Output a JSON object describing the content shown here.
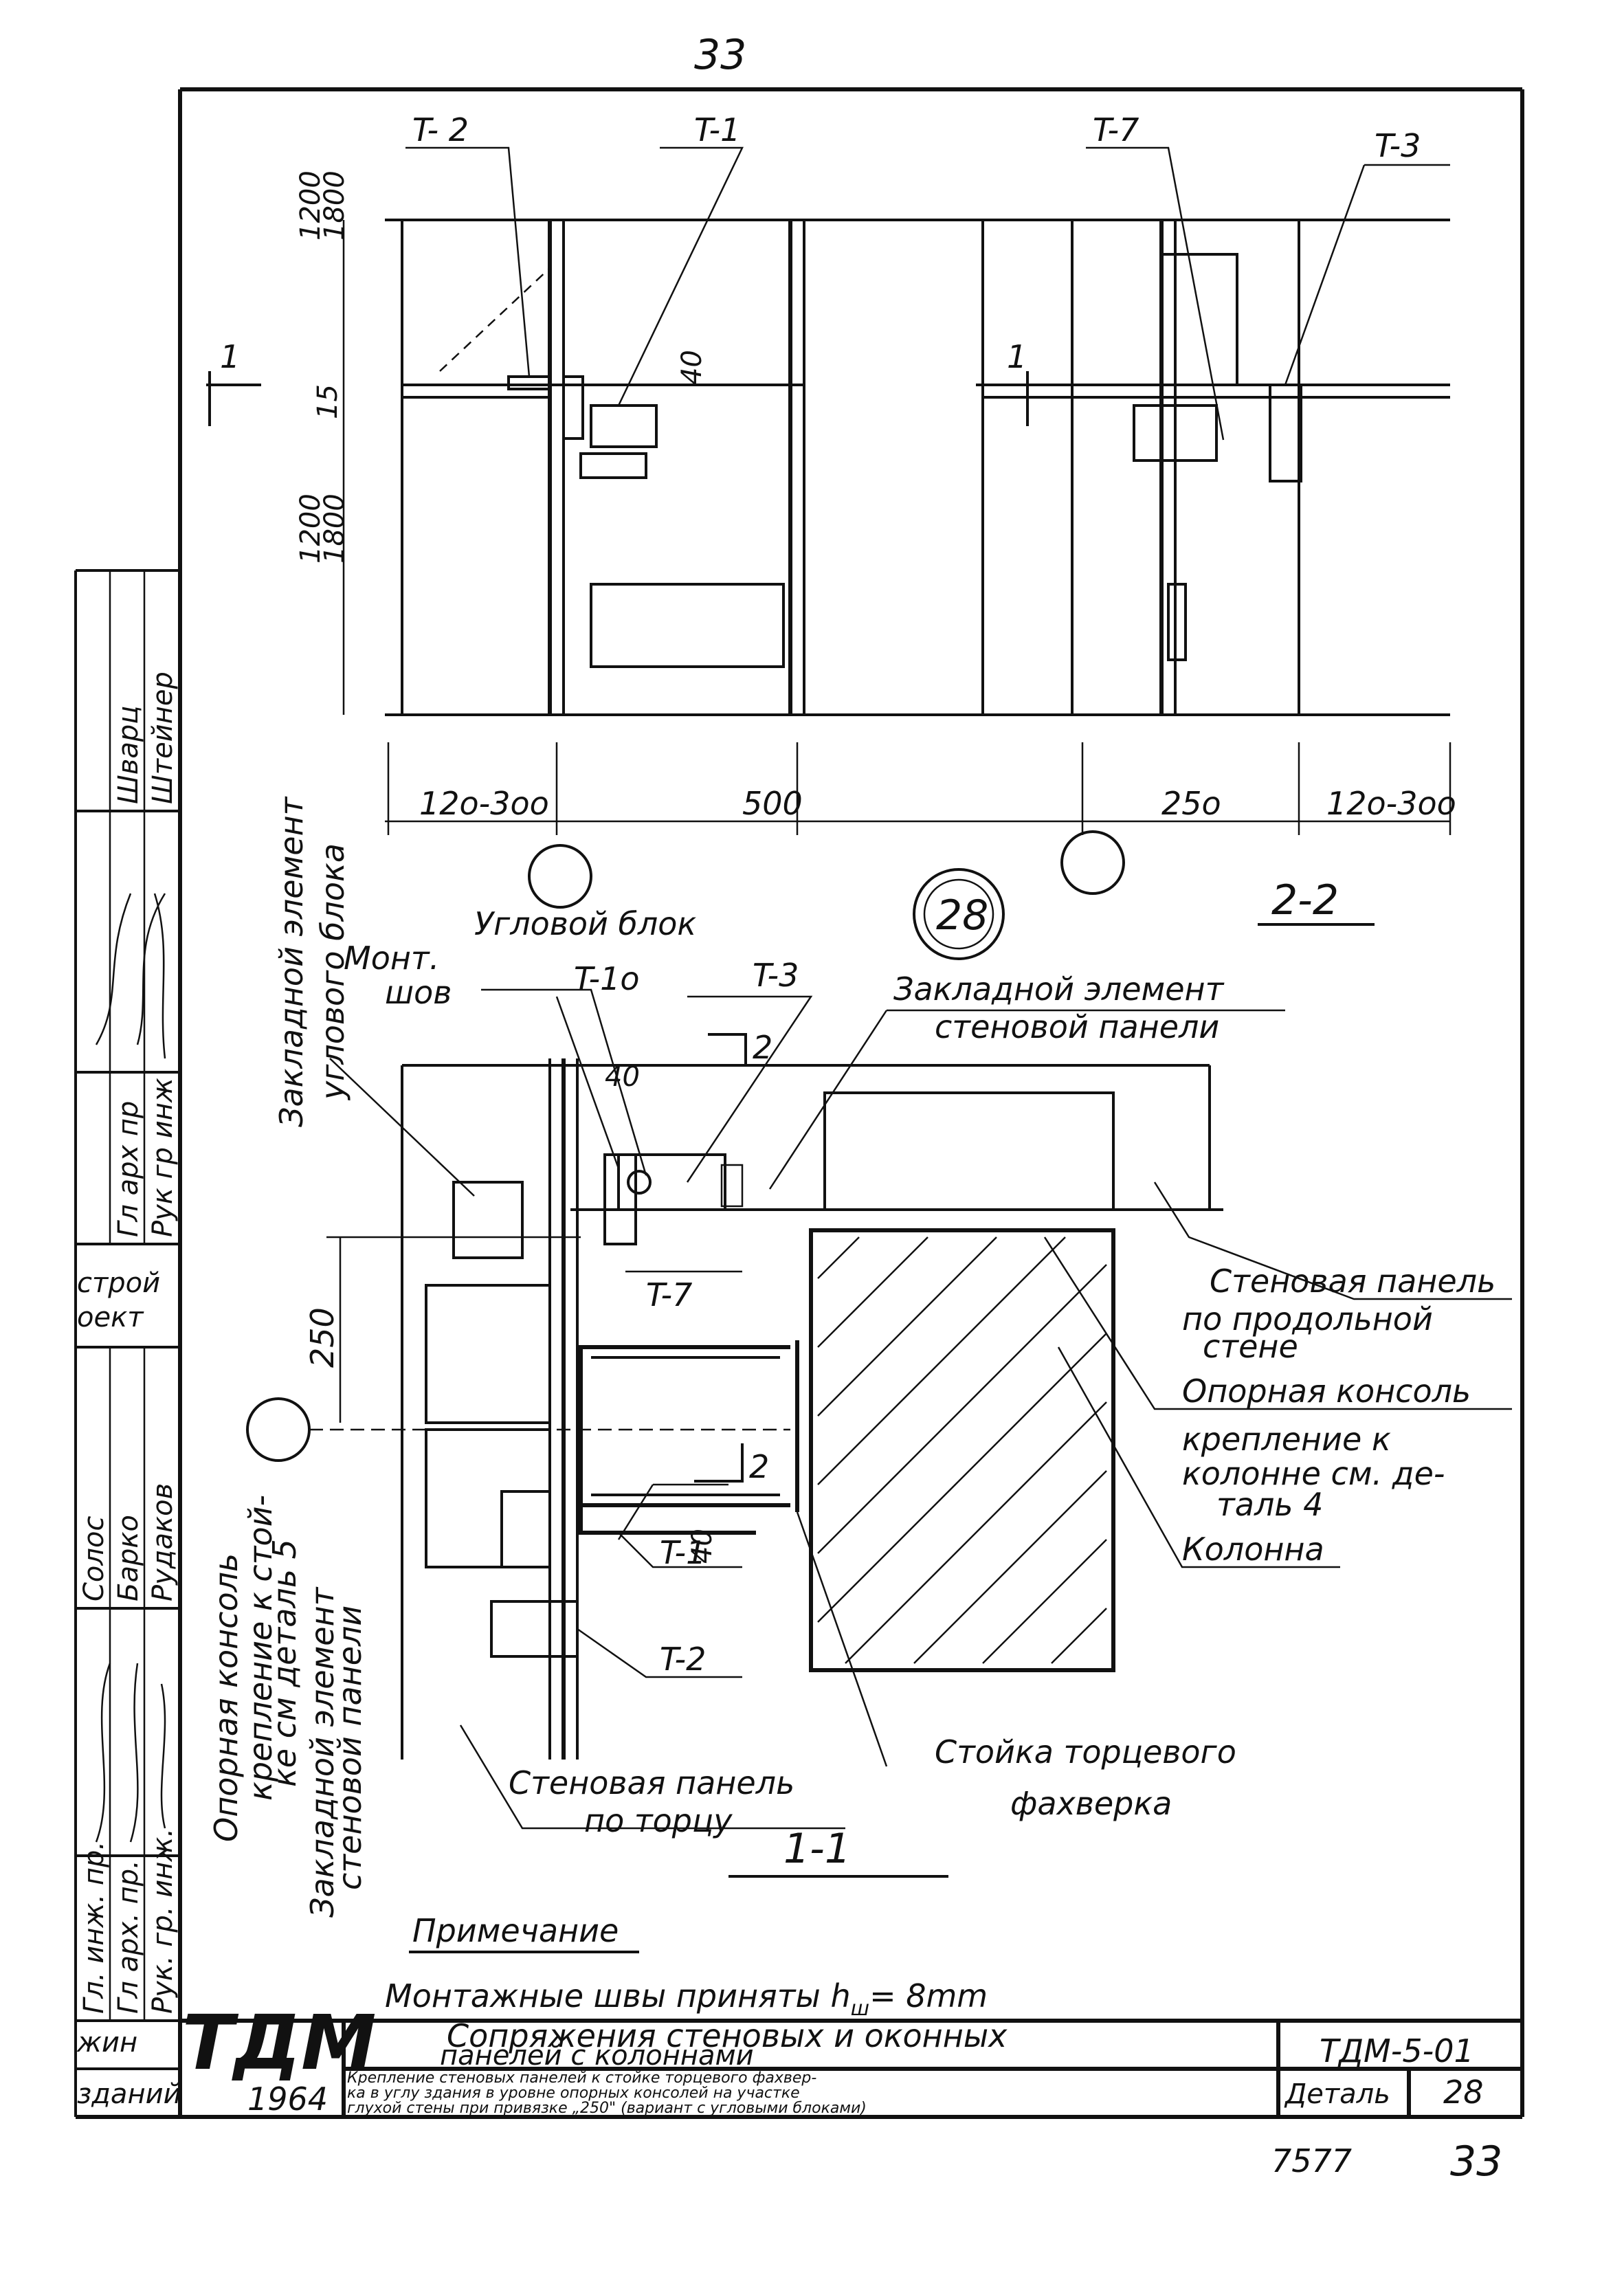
{
  "page_number_top": "33",
  "section_2_2": {
    "labels": {
      "t2": "T- 2",
      "t1": "T-1",
      "t7": "T-7",
      "t3": "T-3"
    },
    "dims_left_vertical": [
      "1200",
      "1800",
      "15",
      "1200",
      "1800"
    ],
    "dim_40": "40",
    "dims_bottom": [
      "12o-3oo",
      "500",
      "25o",
      "12o-3oo"
    ],
    "cut_mark": "1",
    "title": "2-2"
  },
  "detail_circle": "28",
  "section_1_1": {
    "corner_block": "Угловой блок",
    "embedded_corner": [
      "Закладной элемент",
      "углового блока"
    ],
    "mount_seam": [
      "Монт.",
      "шов"
    ],
    "t10": "T-1o",
    "t3": "T-3",
    "t7": "T-7",
    "t1": "T-1",
    "t2": "T-2",
    "cut_mark": "2",
    "dim_40a": "40",
    "dim_40b": "40",
    "dim_250": "250",
    "embedded_panel": [
      "Закладной элемент",
      "стеновой панели"
    ],
    "wall_panel_long": [
      "Стеновая панель",
      "по продольной",
      "стене"
    ],
    "support_console": "Опорная консоль",
    "fix_column": [
      "крепление к",
      "колонне см. де-",
      "таль 4"
    ],
    "column": "Колонна",
    "post": [
      "Стойка торцевого",
      "фахверка"
    ],
    "wall_panel_end": [
      "Стеновая панель",
      "по торцу"
    ],
    "left_rotated": [
      "Опорная консоль",
      "крепление к стой-",
      "ке см деталь 5",
      "Закладной элемент",
      "стеновой панели"
    ],
    "title": "1-1"
  },
  "note": {
    "heading": "Примечание",
    "text": "Монтажные швы приняты h",
    "sub": "ш",
    "text_end": "= 8mm"
  },
  "left_stamp": {
    "surnames_top": [
      "Шварц",
      "Штейнер"
    ],
    "roles_top": [
      "Гл арх пр",
      "Рук гр инж"
    ],
    "org": [
      "стpой",
      "оект"
    ],
    "surnames_bottom": [
      "Солоc",
      "Барко",
      "Рудаков"
    ],
    "roles_bottom": [
      "Гл. инж. пр.",
      "Гл арх. пр.",
      "Рук. гр. инж."
    ],
    "bottom": [
      "жин",
      "зданий"
    ]
  },
  "title_block": {
    "logo": "ТДМ",
    "year": "1964",
    "title_line1": "Сопряжения стеновых и оконных",
    "title_line2": "панелей с колоннами",
    "code": "ТДМ-5-01",
    "description": [
      "Крепление стеновых панелей к стойке торцевого фахвер-",
      "ка в углу здания в уровне опорных консолей на участке",
      "глухой стены при привязке „250\" (вариант с угловыми блоками)"
    ],
    "detail_label": "Деталь",
    "detail_number": "28",
    "sheet_code": "7577",
    "sheet_number": "33"
  }
}
